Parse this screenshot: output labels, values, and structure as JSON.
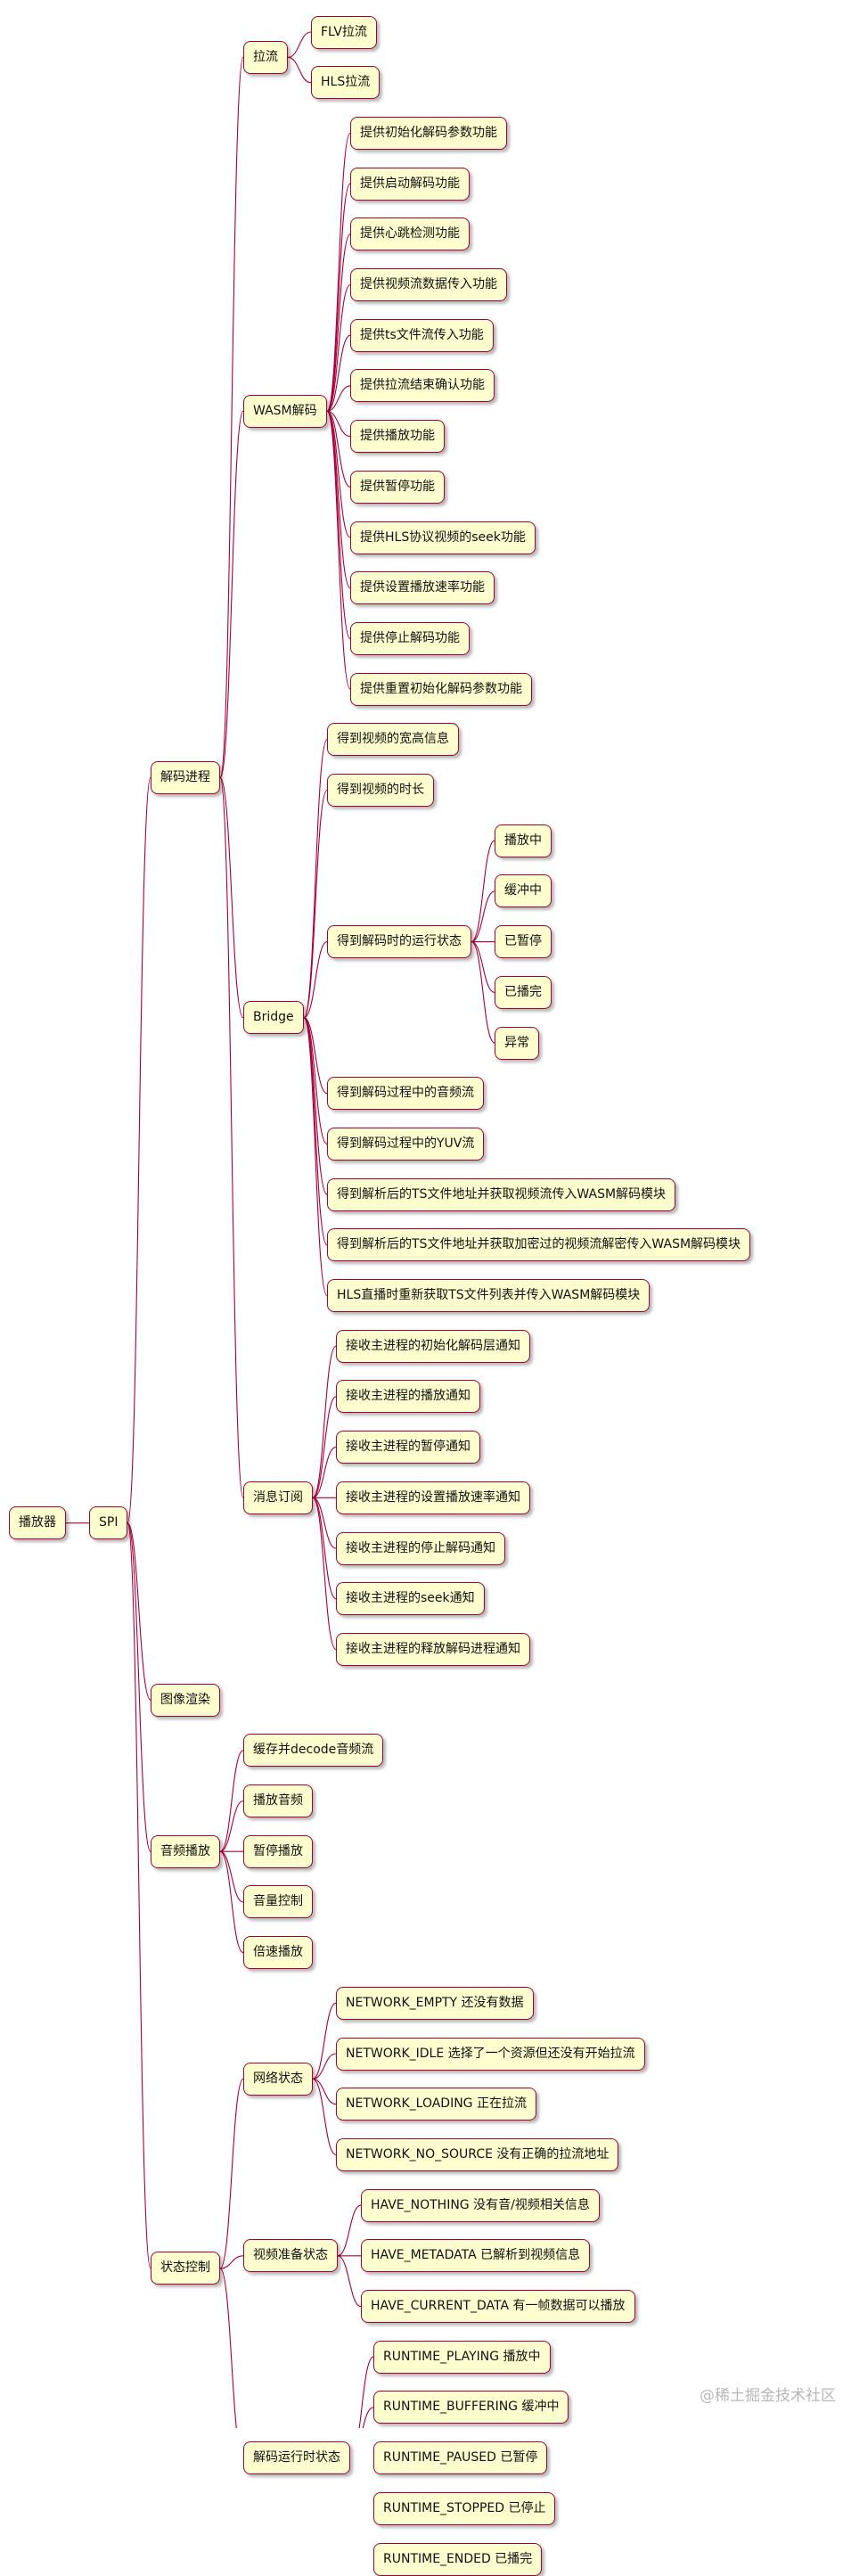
{
  "mindmap": {
    "label": "播放器",
    "children": [
      {
        "label": "SPI",
        "children": [
          {
            "label": "解码进程",
            "children": [
              {
                "label": "拉流",
                "children": [
                  {
                    "label": "FLV拉流"
                  },
                  {
                    "label": "HLS拉流"
                  }
                ]
              },
              {
                "label": "WASM解码",
                "children": [
                  {
                    "label": "提供初始化解码参数功能"
                  },
                  {
                    "label": "提供启动解码功能"
                  },
                  {
                    "label": "提供心跳检测功能"
                  },
                  {
                    "label": "提供视频流数据传入功能"
                  },
                  {
                    "label": "提供ts文件流传入功能"
                  },
                  {
                    "label": "提供拉流结束确认功能"
                  },
                  {
                    "label": "提供播放功能"
                  },
                  {
                    "label": "提供暂停功能"
                  },
                  {
                    "label": "提供HLS协议视频的seek功能"
                  },
                  {
                    "label": "提供设置播放速率功能"
                  },
                  {
                    "label": "提供停止解码功能"
                  },
                  {
                    "label": "提供重置初始化解码参数功能"
                  }
                ]
              },
              {
                "label": "Bridge",
                "children": [
                  {
                    "label": "得到视频的宽高信息"
                  },
                  {
                    "label": "得到视频的时长"
                  },
                  {
                    "label": "得到解码时的运行状态",
                    "children": [
                      {
                        "label": "播放中"
                      },
                      {
                        "label": "缓冲中"
                      },
                      {
                        "label": "已暂停"
                      },
                      {
                        "label": "已播完"
                      },
                      {
                        "label": "异常"
                      }
                    ]
                  },
                  {
                    "label": "得到解码过程中的音频流"
                  },
                  {
                    "label": "得到解码过程中的YUV流"
                  },
                  {
                    "label": "得到解析后的TS文件地址并获取视频流传入WASM解码模块"
                  },
                  {
                    "label": "得到解析后的TS文件地址并获取加密过的视频流解密传入WASM解码模块"
                  },
                  {
                    "label": "HLS直播时重新获取TS文件列表并传入WASM解码模块"
                  }
                ]
              },
              {
                "label": "消息订阅",
                "children": [
                  {
                    "label": "接收主进程的初始化解码层通知"
                  },
                  {
                    "label": "接收主进程的播放通知"
                  },
                  {
                    "label": "接收主进程的暂停通知"
                  },
                  {
                    "label": "接收主进程的设置播放速率通知"
                  },
                  {
                    "label": "接收主进程的停止解码通知"
                  },
                  {
                    "label": "接收主进程的seek通知"
                  },
                  {
                    "label": "接收主进程的释放解码进程通知"
                  }
                ]
              }
            ]
          },
          {
            "label": "图像渲染"
          },
          {
            "label": "音频播放",
            "children": [
              {
                "label": "缓存并decode音频流"
              },
              {
                "label": "播放音频"
              },
              {
                "label": "暂停播放"
              },
              {
                "label": "音量控制"
              },
              {
                "label": "倍速播放"
              }
            ]
          },
          {
            "label": "状态控制",
            "children": [
              {
                "label": "网络状态",
                "children": [
                  {
                    "label": "NETWORK_EMPTY 还没有数据"
                  },
                  {
                    "label": "NETWORK_IDLE 选择了一个资源但还没有开始拉流"
                  },
                  {
                    "label": "NETWORK_LOADING 正在拉流"
                  },
                  {
                    "label": "NETWORK_NO_SOURCE 没有正确的拉流地址"
                  }
                ]
              },
              {
                "label": "视频准备状态",
                "children": [
                  {
                    "label": "HAVE_NOTHING 没有音/视频相关信息"
                  },
                  {
                    "label": "HAVE_METADATA 已解析到视频信息"
                  },
                  {
                    "label": "HAVE_CURRENT_DATA 有一帧数据可以播放"
                  }
                ]
              },
              {
                "label": "解码运行时状态",
                "children": [
                  {
                    "label": "RUNTIME_PLAYING 播放中"
                  },
                  {
                    "label": "RUNTIME_BUFFERING 缓冲中"
                  },
                  {
                    "label": "RUNTIME_PAUSED 已暂停"
                  },
                  {
                    "label": "RUNTIME_STOPPED 已停止"
                  },
                  {
                    "label": "RUNTIME_ENDED 已播完"
                  }
                ]
              }
            ]
          }
        ]
      }
    ]
  },
  "watermark": "@稀土掘金技术社区",
  "colors": {
    "node_fill": "#fefece",
    "node_border": "#a80036",
    "edge": "#a80036"
  }
}
